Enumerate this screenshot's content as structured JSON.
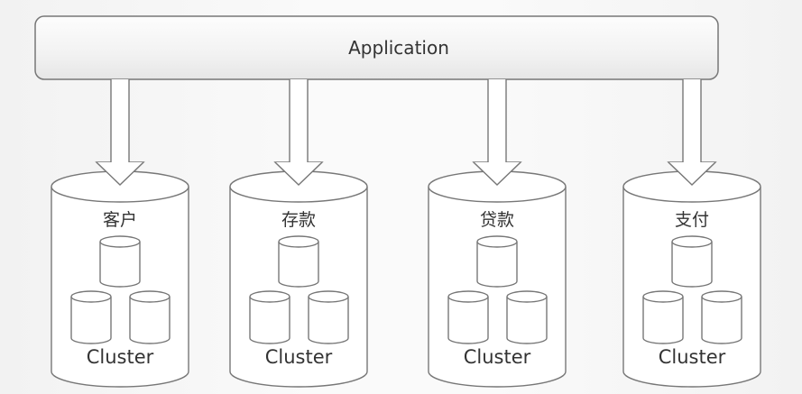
{
  "application": {
    "label": "Application"
  },
  "clusters": [
    {
      "name": "客户",
      "label": "Cluster"
    },
    {
      "name": "存款",
      "label": "Cluster"
    },
    {
      "name": "贷款",
      "label": "Cluster"
    },
    {
      "name": "支付",
      "label": "Cluster"
    }
  ],
  "colors": {
    "stroke": "#777777",
    "fill": "#ffffff",
    "text": "#333333"
  }
}
